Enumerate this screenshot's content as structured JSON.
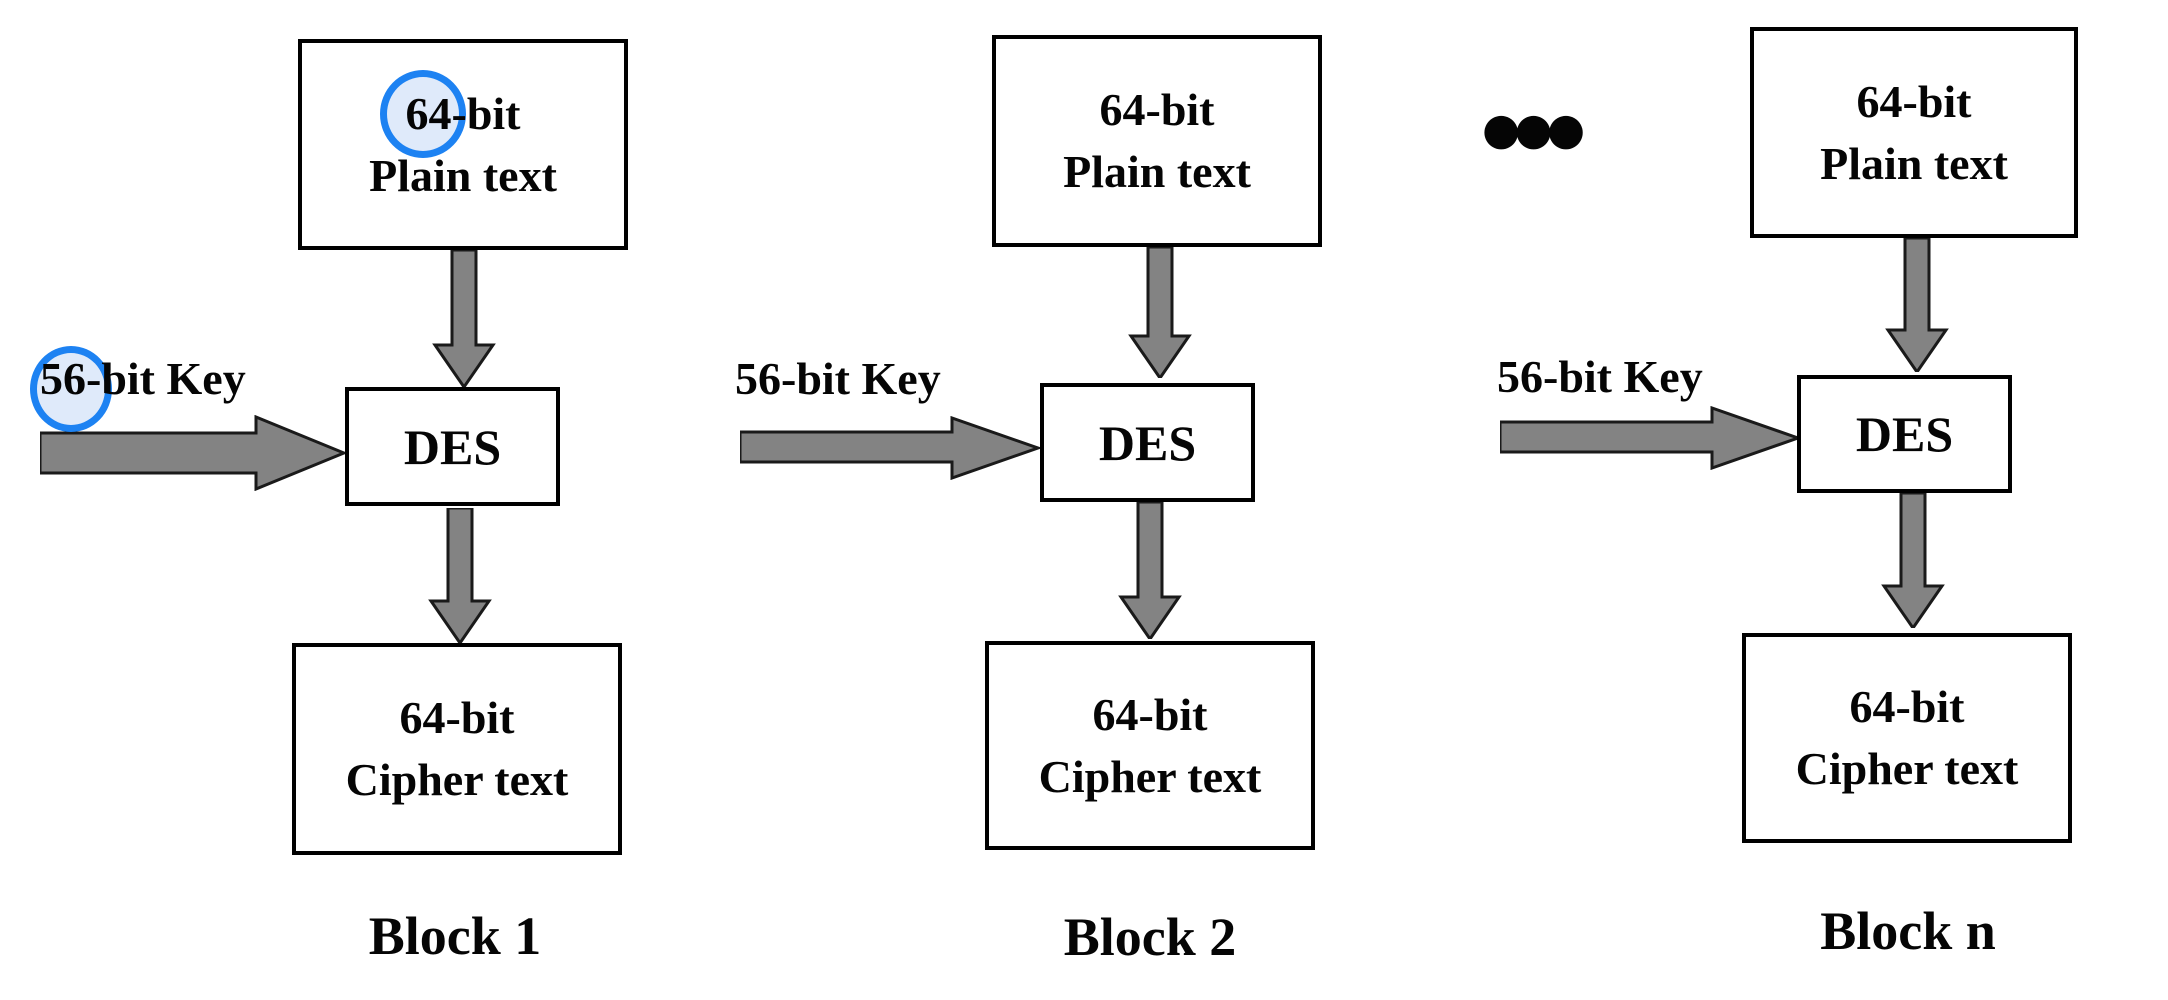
{
  "diagram": {
    "blocks": [
      {
        "plain_line1": "64-bit",
        "plain_line2": "Plain text",
        "key_label": "56-bit Key",
        "process": "DES",
        "cipher_line1": "64-bit",
        "cipher_line2": "Cipher text",
        "caption": "Block 1"
      },
      {
        "plain_line1": "64-bit",
        "plain_line2": "Plain text",
        "key_label": "56-bit Key",
        "process": "DES",
        "cipher_line1": "64-bit",
        "cipher_line2": "Cipher text",
        "caption": "Block 2"
      },
      {
        "plain_line1": "64-bit",
        "plain_line2": "Plain text",
        "key_label": "56-bit Key",
        "process": "DES",
        "cipher_line1": "64-bit",
        "cipher_line2": "Cipher text",
        "caption": "Block n"
      }
    ],
    "ellipsis": "●●●",
    "colors": {
      "arrow_fill": "#838383",
      "arrow_outline": "#1a1a1a",
      "box_border": "#000000",
      "highlight_ring": "#1d82f2",
      "highlight_fill": "#dfeafa",
      "text": "#050505"
    }
  }
}
